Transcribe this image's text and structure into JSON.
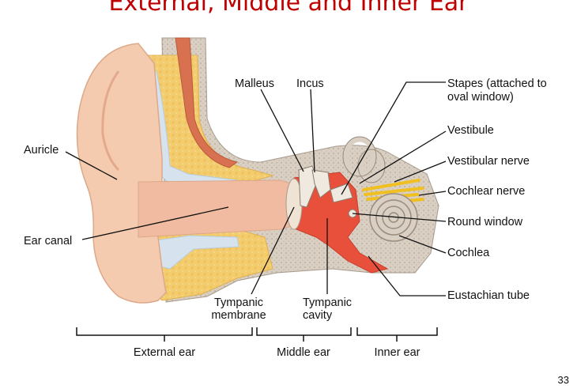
{
  "title": "External, Middle and Inner Ear",
  "labels": {
    "malleus": "Malleus",
    "incus": "Incus",
    "stapes_1": "Stapes (attached to",
    "stapes_2": "oval window)",
    "vestibule": "Vestibule",
    "vestibular_nerve": "Vestibular nerve",
    "cochlear_nerve": "Cochlear nerve",
    "round_window": "Round window",
    "cochlea": "Cochlea",
    "eustachian_tube": "Eustachian tube",
    "auricle": "Auricle",
    "ear_canal": "Ear canal",
    "tympanic_membrane_1": "Tympanic",
    "tympanic_membrane_2": "membrane",
    "tympanic_cavity_1": "Tympanic",
    "tympanic_cavity_2": "cavity"
  },
  "regions": {
    "external": "External ear",
    "middle": "Middle ear",
    "inner": "Inner ear"
  },
  "page_number": "33",
  "colors": {
    "title": "#c00000",
    "skin": "#f5cbb0",
    "bone": "#d9cfc2",
    "fat": "#f3cc6e",
    "muscle": "#d8714f",
    "cavity": "#e8503c",
    "nerve": "#f0c020"
  }
}
